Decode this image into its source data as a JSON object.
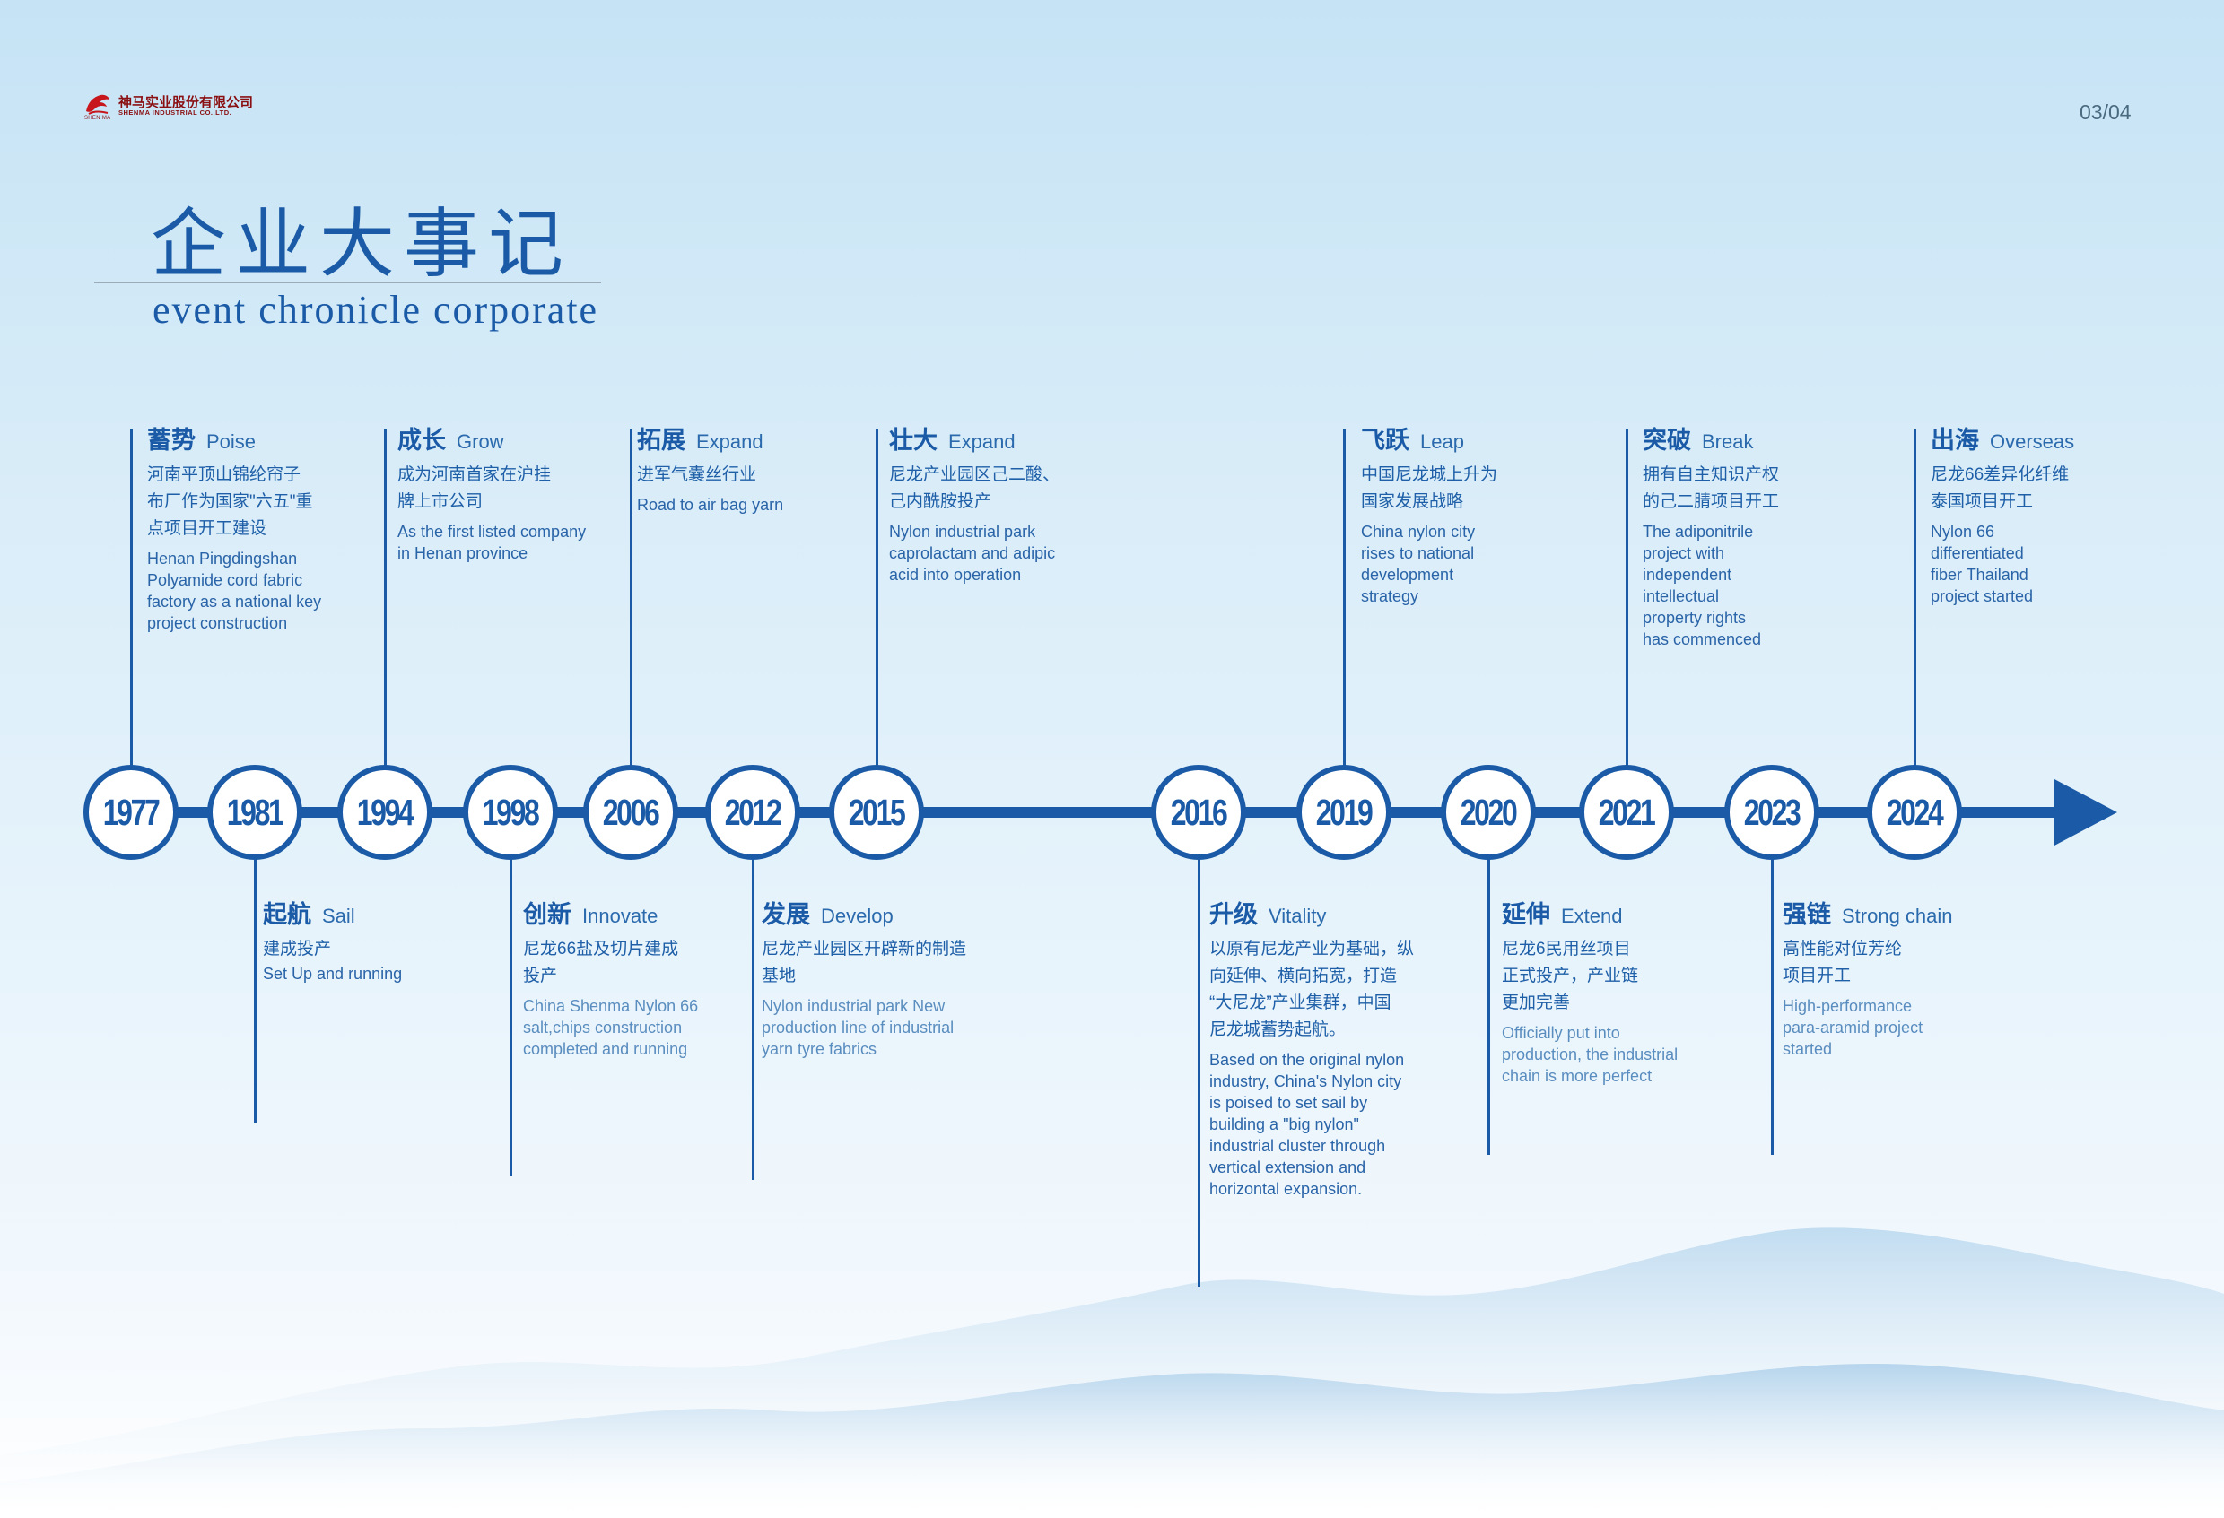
{
  "header": {
    "logo_mark_caption": "SHEN MA",
    "company_cn": "神马实业股份有限公司",
    "company_en": "SHENMA INDUSTRIAL CO.,LTD.",
    "page_number": "03/04"
  },
  "title": {
    "cn": "企业大事记",
    "en": "event chronicle corporate"
  },
  "colors": {
    "primary": "#1a5aa6",
    "brand_red": "#8a0f12"
  },
  "timeline": {
    "years": [
      "1977",
      "1981",
      "1994",
      "1998",
      "2006",
      "2012",
      "2015",
      "2016",
      "2019",
      "2020",
      "2021",
      "2023",
      "2024"
    ],
    "events": [
      {
        "year": "1977",
        "title_cn": "蓄势",
        "title_en": "Poise",
        "cn_lines": [
          "河南平顶山锦纶帘子",
          "布厂作为国家\"六五\"重",
          "点项目开工建设"
        ],
        "en_lines": [
          "Henan Pingdingshan",
          "Polyamide cord fabric",
          "factory as a national key",
          "project construction"
        ]
      },
      {
        "year": "1981",
        "title_cn": "起航",
        "title_en": "Sail",
        "cn_lines": [
          "建成投产"
        ],
        "en_lines": [
          "Set Up and running"
        ]
      },
      {
        "year": "1994",
        "title_cn": "成长",
        "title_en": "Grow",
        "cn_lines": [
          "成为河南首家在沪挂",
          "牌上市公司"
        ],
        "en_lines": [
          "As the first listed company",
          "in Henan province"
        ]
      },
      {
        "year": "1998",
        "title_cn": "创新",
        "title_en": "Innovate",
        "cn_lines": [
          "尼龙66盐及切片建成",
          "投产"
        ],
        "en_lines": [
          "China Shenma Nylon 66",
          "salt,chips construction",
          "completed and running"
        ]
      },
      {
        "year": "2006",
        "title_cn": "拓展",
        "title_en": "Expand",
        "cn_lines": [
          "进军气囊丝行业"
        ],
        "en_lines": [
          "Road to air bag yarn"
        ]
      },
      {
        "year": "2012",
        "title_cn": "发展",
        "title_en": "Develop",
        "cn_lines": [
          "尼龙产业园区开辟新的制造",
          "基地"
        ],
        "en_lines": [
          "Nylon industrial park New",
          "production line of industrial",
          "yarn tyre fabrics"
        ]
      },
      {
        "year": "2015",
        "title_cn": "壮大",
        "title_en": "Expand",
        "cn_lines": [
          "尼龙产业园区己二酸、",
          "己内酰胺投产"
        ],
        "en_lines": [
          "Nylon industrial park",
          "caprolactam and adipic",
          "acid into operation"
        ]
      },
      {
        "year": "2016",
        "title_cn": "升级",
        "title_en": "Vitality",
        "cn_lines": [
          "以原有尼龙产业为基础，纵",
          "向延伸、横向拓宽，打造",
          "“大尼龙”产业集群，中国",
          "尼龙城蓄势起航。"
        ],
        "en_lines": [
          "Based on the original nylon",
          "industry, China's Nylon city",
          "is poised to set sail by",
          "building a \"big nylon\"",
          "industrial cluster through",
          "vertical extension and",
          "horizontal expansion."
        ]
      },
      {
        "year": "2019",
        "title_cn": "飞跃",
        "title_en": "Leap",
        "cn_lines": [
          "中国尼龙城上升为",
          "国家发展战略"
        ],
        "en_lines": [
          "China nylon city",
          "rises to national",
          "development",
          "strategy"
        ]
      },
      {
        "year": "2020",
        "title_cn": "延伸",
        "title_en": "Extend",
        "cn_lines": [
          "尼龙6民用丝项目",
          "正式投产，产业链",
          "更加完善"
        ],
        "en_lines": [
          "Officially put into",
          "production, the industrial",
          "chain is more perfect"
        ]
      },
      {
        "year": "2021",
        "title_cn": "突破",
        "title_en": "Break",
        "cn_lines": [
          "拥有自主知识产权",
          "的己二腈项目开工"
        ],
        "en_lines": [
          "The adiponitrile",
          "project with",
          "independent",
          "intellectual",
          "property rights",
          "has commenced"
        ]
      },
      {
        "year": "2023",
        "title_cn": "强链",
        "title_en": "Strong chain",
        "cn_lines": [
          "高性能对位芳纶",
          "项目开工"
        ],
        "en_lines": [
          "High-performance",
          "para-aramid project",
          "started"
        ]
      },
      {
        "year": "2024",
        "title_cn": "出海",
        "title_en": "Overseas",
        "cn_lines": [
          "尼龙66差异化纤维",
          "泰国项目开工"
        ],
        "en_lines": [
          "Nylon 66",
          "differentiated",
          "fiber Thailand",
          "project started"
        ]
      }
    ]
  }
}
